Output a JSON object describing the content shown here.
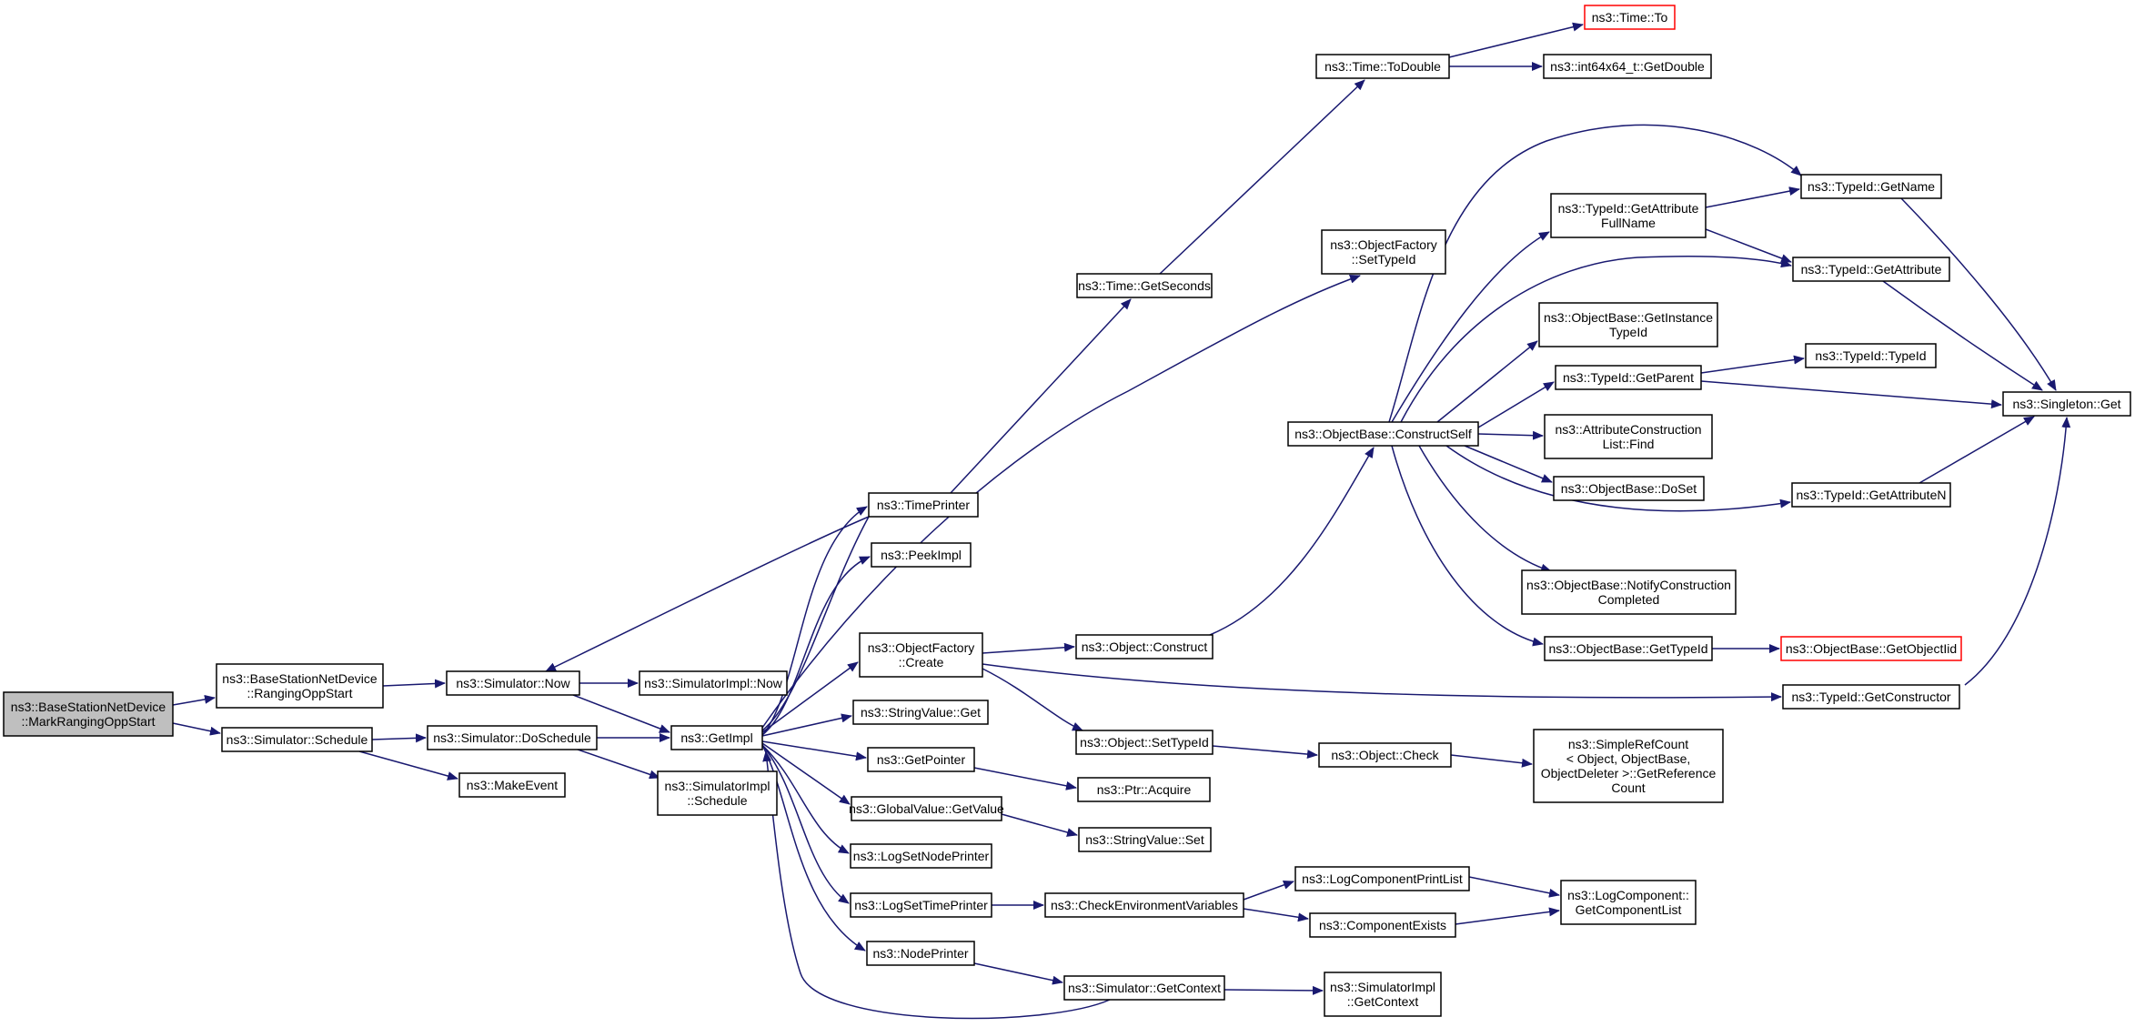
{
  "colors": {
    "edge": "#191970",
    "root_fill": "#bfbfbf",
    "missing_border": "#ff0000",
    "node_border": "#000000"
  },
  "nodes": [
    {
      "id": "root",
      "lines": [
        "ns3::BaseStationNetDevice",
        "::MarkRangingOppStart"
      ],
      "style": "root"
    },
    {
      "id": "rangingOpp",
      "lines": [
        "ns3::BaseStationNetDevice",
        "::RangingOppStart"
      ]
    },
    {
      "id": "simSchedule",
      "lines": [
        "ns3::Simulator::Schedule"
      ]
    },
    {
      "id": "simNow",
      "lines": [
        "ns3::Simulator::Now"
      ]
    },
    {
      "id": "simImplNow",
      "lines": [
        "ns3::SimulatorImpl::Now"
      ]
    },
    {
      "id": "doSchedule",
      "lines": [
        "ns3::Simulator::DoSchedule"
      ]
    },
    {
      "id": "makeEvent",
      "lines": [
        "ns3::MakeEvent"
      ]
    },
    {
      "id": "getImpl",
      "lines": [
        "ns3::GetImpl"
      ]
    },
    {
      "id": "simImplSchedule",
      "lines": [
        "ns3::SimulatorImpl",
        "::Schedule"
      ]
    },
    {
      "id": "timePrinter",
      "lines": [
        "ns3::TimePrinter"
      ]
    },
    {
      "id": "peekImpl",
      "lines": [
        "ns3::PeekImpl"
      ]
    },
    {
      "id": "objFactoryCreate",
      "lines": [
        "ns3::ObjectFactory",
        "::Create"
      ]
    },
    {
      "id": "strValueGet",
      "lines": [
        "ns3::StringValue::Get"
      ]
    },
    {
      "id": "getPointer",
      "lines": [
        "ns3::GetPointer"
      ]
    },
    {
      "id": "globalGetValue",
      "lines": [
        "ns3::GlobalValue::GetValue"
      ]
    },
    {
      "id": "logSetNodePrinter",
      "lines": [
        "ns3::LogSetNodePrinter"
      ]
    },
    {
      "id": "logSetTimePrinter",
      "lines": [
        "ns3::LogSetTimePrinter"
      ]
    },
    {
      "id": "nodePrinter",
      "lines": [
        "ns3::NodePrinter"
      ]
    },
    {
      "id": "timeGetSeconds",
      "lines": [
        "ns3::Time::GetSeconds"
      ]
    },
    {
      "id": "objConstruct",
      "lines": [
        "ns3::Object::Construct"
      ]
    },
    {
      "id": "objSetTypeId",
      "lines": [
        "ns3::Object::SetTypeId"
      ]
    },
    {
      "id": "ptrAcquire",
      "lines": [
        "ns3::Ptr::Acquire"
      ]
    },
    {
      "id": "strValueSet",
      "lines": [
        "ns3::StringValue::Set"
      ]
    },
    {
      "id": "checkEnv",
      "lines": [
        "ns3::CheckEnvironmentVariables"
      ]
    },
    {
      "id": "simGetContext",
      "lines": [
        "ns3::Simulator::GetContext"
      ]
    },
    {
      "id": "timeToDouble",
      "lines": [
        "ns3::Time::ToDouble"
      ]
    },
    {
      "id": "objFactorySetTypeId",
      "lines": [
        "ns3::ObjectFactory",
        "::SetTypeId"
      ]
    },
    {
      "id": "constructSelf",
      "lines": [
        "ns3::ObjectBase::ConstructSelf"
      ]
    },
    {
      "id": "objCheck",
      "lines": [
        "ns3::Object::Check"
      ]
    },
    {
      "id": "logCompPrintList",
      "lines": [
        "ns3::LogComponentPrintList"
      ]
    },
    {
      "id": "compExists",
      "lines": [
        "ns3::ComponentExists"
      ]
    },
    {
      "id": "simImplGetContext",
      "lines": [
        "ns3::SimulatorImpl",
        "::GetContext"
      ]
    },
    {
      "id": "timeTo",
      "lines": [
        "ns3::Time::To"
      ],
      "style": "missing"
    },
    {
      "id": "int64GetDouble",
      "lines": [
        "ns3::int64x64_t::GetDouble"
      ]
    },
    {
      "id": "getAttrFullName",
      "lines": [
        "ns3::TypeId::GetAttribute",
        "FullName"
      ]
    },
    {
      "id": "getInstanceTypeId",
      "lines": [
        "ns3::ObjectBase::GetInstance",
        "TypeId"
      ]
    },
    {
      "id": "typeIdGetParent",
      "lines": [
        "ns3::TypeId::GetParent"
      ]
    },
    {
      "id": "attrConstrFind",
      "lines": [
        "ns3::AttributeConstruction",
        "List::Find"
      ]
    },
    {
      "id": "objBaseDoSet",
      "lines": [
        "ns3::ObjectBase::DoSet"
      ]
    },
    {
      "id": "notifyConstr",
      "lines": [
        "ns3::ObjectBase::NotifyConstruction",
        "Completed"
      ]
    },
    {
      "id": "objBaseGetTypeId",
      "lines": [
        "ns3::ObjectBase::GetTypeId"
      ]
    },
    {
      "id": "simpleRefCount",
      "lines": [
        "ns3::SimpleRefCount",
        "< Object, ObjectBase,",
        "ObjectDeleter >::GetReference",
        "Count"
      ]
    },
    {
      "id": "logCompGetList",
      "lines": [
        "ns3::LogComponent::",
        "GetComponentList"
      ]
    },
    {
      "id": "typeIdGetName",
      "lines": [
        "ns3::TypeId::GetName"
      ]
    },
    {
      "id": "typeIdGetAttribute",
      "lines": [
        "ns3::TypeId::GetAttribute"
      ]
    },
    {
      "id": "typeIdTypeId",
      "lines": [
        "ns3::TypeId::TypeId"
      ]
    },
    {
      "id": "typeIdGetAttributeN",
      "lines": [
        "ns3::TypeId::GetAttributeN"
      ]
    },
    {
      "id": "getObjectIid",
      "lines": [
        "ns3::ObjectBase::GetObjectIid"
      ],
      "style": "missing"
    },
    {
      "id": "typeIdGetConstructor",
      "lines": [
        "ns3::TypeId::GetConstructor"
      ]
    },
    {
      "id": "singletonGet",
      "lines": [
        "ns3::Singleton::Get"
      ]
    }
  ]
}
